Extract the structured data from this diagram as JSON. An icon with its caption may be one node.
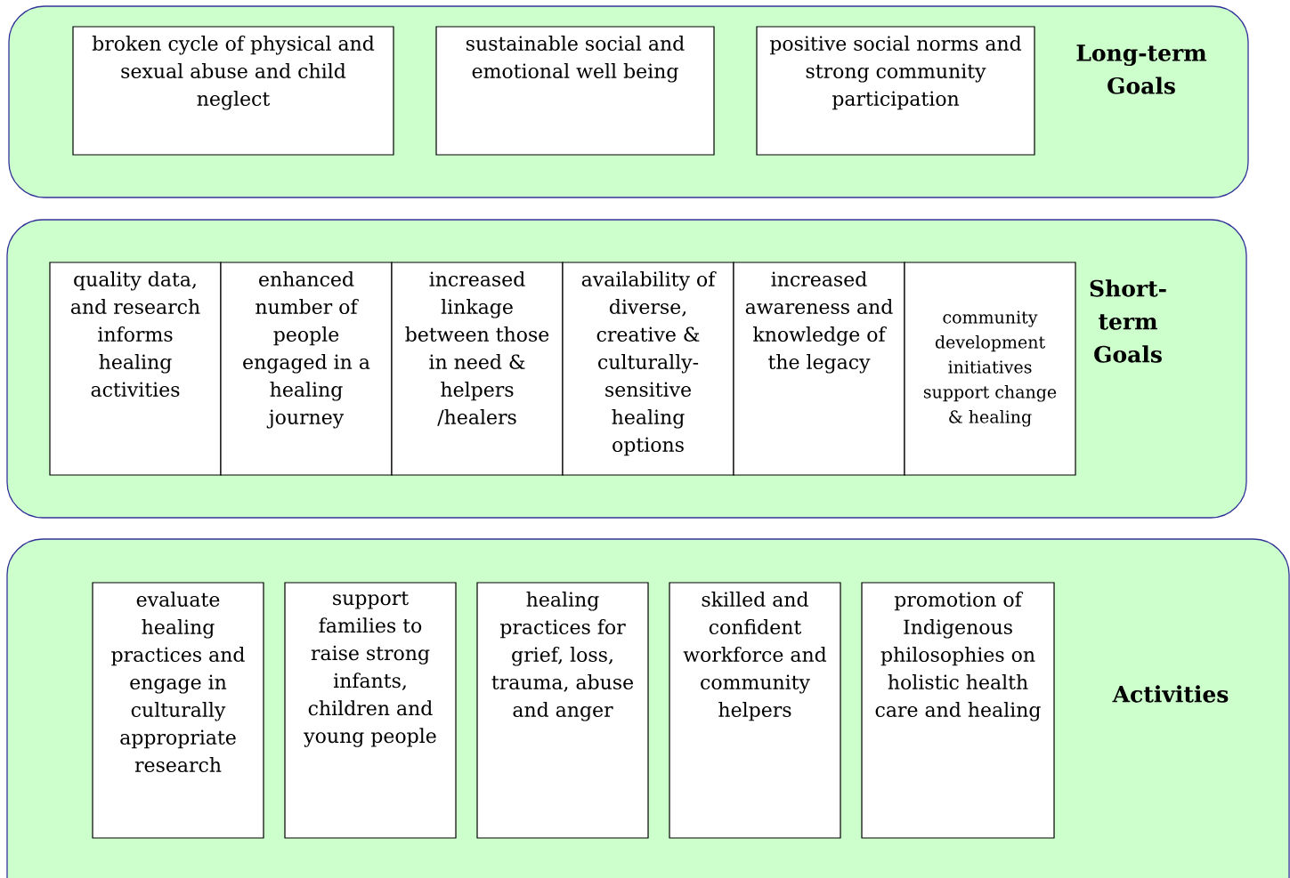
{
  "diagram": {
    "nodes": [
      {
        "text": [
          "Long-term Goals"
        ]
      },
      {
        "text": [
          "broken cycle of physical and sexual abuse and child neglect"
        ],
        "in": 0
      },
      {
        "text": [
          "sustainable social and emotional well being"
        ],
        "in": 0
      },
      {
        "text": [
          "positive social norms and strong community participation"
        ],
        "in": 0
      },
      {
        "text": [
          "Short-term Goals"
        ]
      },
      {
        "text": [
          "quality data, and research informs healing activities"
        ],
        "in": 4
      },
      {
        "text": [
          "enhanced number of people engaged in a healing journey"
        ],
        "in": 4
      },
      {
        "text": [
          "increased linkage between those in need & helpers /healers"
        ],
        "in": 4
      },
      {
        "text": [
          "availability of diverse, creative & culturally-sensitive healing options"
        ],
        "in": 4
      },
      {
        "text": [
          "increased awareness and knowledge of the legacy"
        ],
        "in": 4
      },
      {
        "text": [
          "community development initiatives support change & healing"
        ],
        "in": 4
      },
      {
        "text": [
          "Activities"
        ]
      },
      {
        "text": [
          "evaluate healing practices and engage in culturally appropriate research"
        ],
        "in": 11
      },
      {
        "text": [
          "support families to raise strong infants, children and young people"
        ],
        "in": 11
      },
      {
        "text": [
          "healing practices for grief, loss, trauma, abuse and anger"
        ],
        "in": 11
      },
      {
        "text": [
          "skilled and confident workforce and community helpers"
        ],
        "in": 11
      },
      {
        "text": [
          "promotion of Indigenous philosophies on holistic health care and healing"
        ],
        "in": 11
      }
    ]
  }
}
